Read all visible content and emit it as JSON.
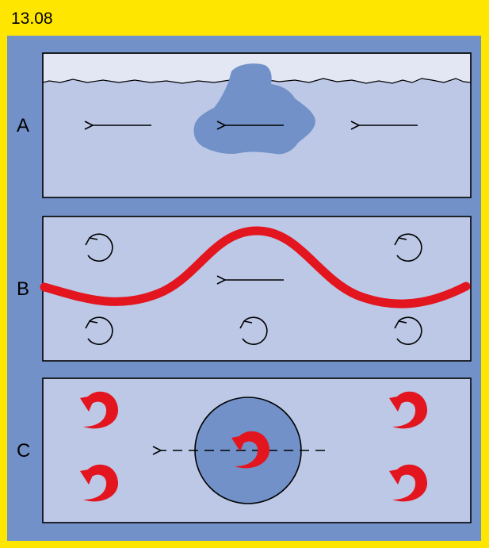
{
  "figure_number": "13.08",
  "panels": [
    {
      "label": "A"
    },
    {
      "label": "B"
    },
    {
      "label": "C"
    }
  ],
  "colors": {
    "frame": "#ffe600",
    "background": "#7191c8",
    "panel_fill": "#bcc8e6",
    "ice": "#e3e6f3",
    "iceberg": "#7191c8",
    "red": "#e3151f",
    "stroke": "#000000"
  }
}
